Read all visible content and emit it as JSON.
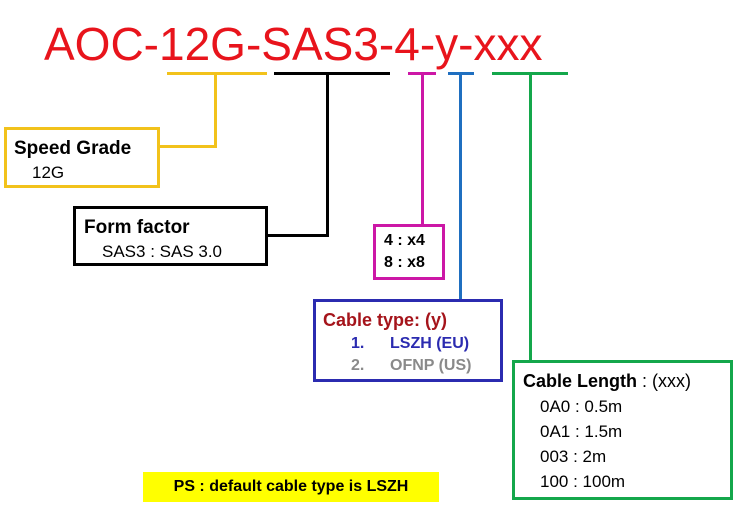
{
  "title": {
    "part1": "AOC-",
    "part2": "12G",
    "part3": "-",
    "part4": "SAS3",
    "part5": "-",
    "part6": "4",
    "part7": "-",
    "part8": "y",
    "part9": "-",
    "part10": "xxx"
  },
  "speed_grade": {
    "heading": "Speed Grade",
    "value": "12G"
  },
  "form_factor": {
    "heading": "Form factor",
    "value": "SAS3 : SAS 3.0"
  },
  "lanes": {
    "line1": "4 : x4",
    "line2": "8 : x8"
  },
  "cable_type": {
    "heading": "Cable type: (y)",
    "item1_num": "1.",
    "item1_label": "LSZH (EU)",
    "item2_num": "2.",
    "item2_label": "OFNP (US)"
  },
  "cable_length": {
    "heading": "Cable Length",
    "heading_suffix": " : (xxx)",
    "rows": [
      "0A0 : 0.5m",
      "0A1 : 1.5m",
      "003 : 2m",
      "100 : 100m"
    ]
  },
  "note": "PS : default cable type is LSZH",
  "colors": {
    "red": "#e8141c",
    "gold": "#f2c21b",
    "black": "#000000",
    "magenta": "#cc17a6",
    "blue": "#1f6fc0",
    "green": "#14a74b",
    "navy": "#2b2bb0",
    "darkred": "#a5141b",
    "gray": "#8a8a8a",
    "yellow": "#ffff00"
  }
}
